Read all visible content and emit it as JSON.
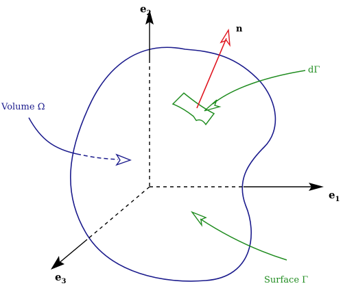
{
  "axes": {
    "e1": {
      "letter": "e",
      "sub": "1"
    },
    "e2": {
      "letter": "e",
      "sub": "2"
    },
    "e3": {
      "letter": "e",
      "sub": "3"
    }
  },
  "labels": {
    "normal": "n",
    "surface_element": "dΓ",
    "volume": "Volume  Ω",
    "surface": "Surface  Γ"
  },
  "colors": {
    "axis": "#000000",
    "boundary": "#1a1a8c",
    "normal": "#e0141e",
    "surface_annotation": "#1f8c1f",
    "volume_annotation": "#1a1a8c"
  }
}
